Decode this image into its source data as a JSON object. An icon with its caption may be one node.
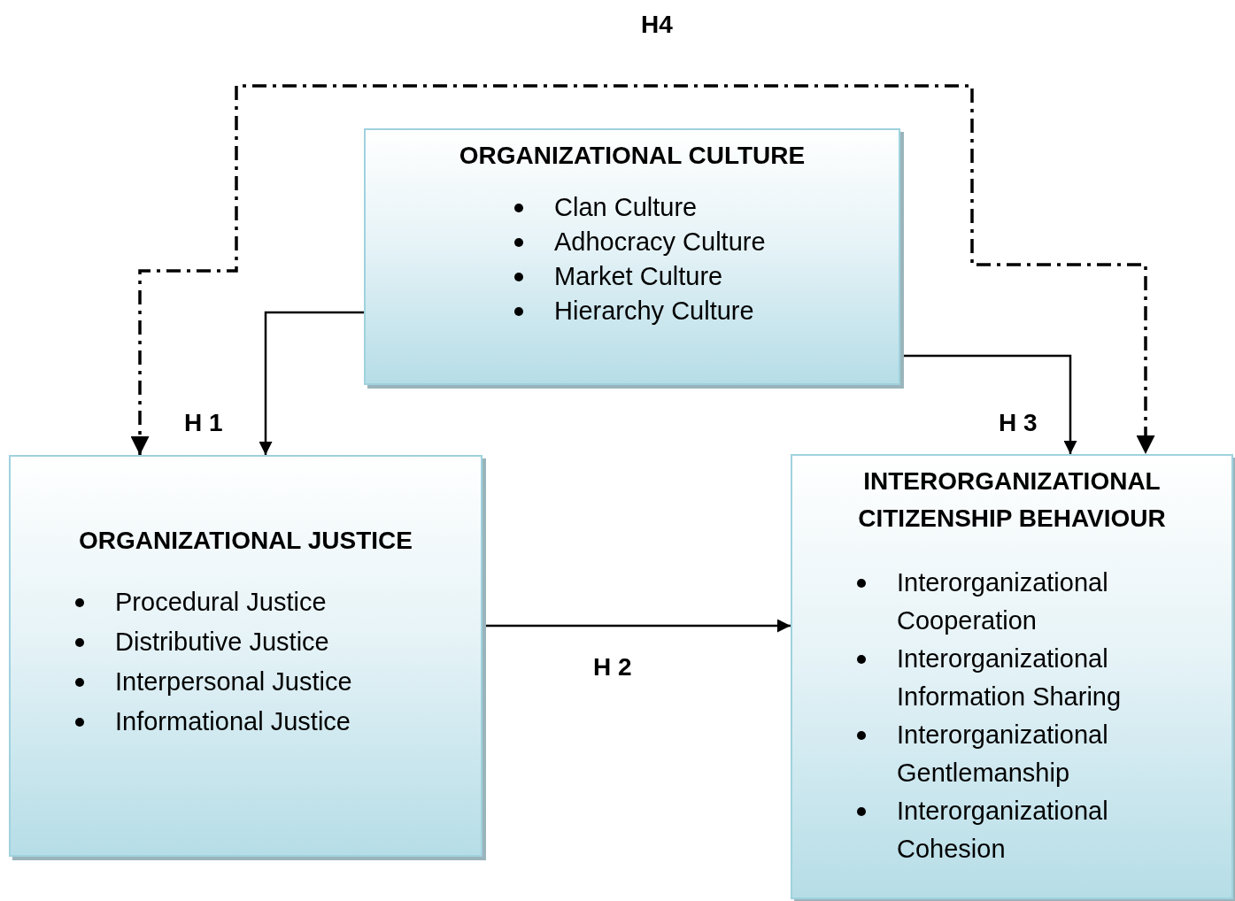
{
  "diagram": {
    "nodes": [
      {
        "text": [
          "ORGANIZATIONAL CULTURE",
          "Clan Culture",
          "Adhocracy Culture",
          "Market Culture",
          "Hierarchy Culture"
        ]
      },
      {
        "text": [
          "ORGANIZATIONAL JUSTICE",
          "Procedural Justice",
          "Distributive Justice",
          "Interpersonal Justice",
          "Informational Justice"
        ]
      },
      {
        "text": [
          "INTERORGANIZATIONAL CITIZENSHIP BEHAVIOUR",
          "Interorganizational Cooperation",
          "Interorganizational Information Sharing",
          "Interorganizational Gentlemanship",
          "Interorganizational Cohesion"
        ]
      }
    ],
    "edges": [
      {
        "from": 0,
        "to": 1,
        "arrow": "to",
        "label": "H 1"
      },
      {
        "from": 1,
        "to": 2,
        "arrow": "to",
        "label": "H 2"
      },
      {
        "from": 0,
        "to": 2,
        "arrow": "to",
        "label": "H 3"
      },
      {
        "from": 1,
        "to": 2,
        "arrow": "both",
        "label": "H4",
        "style": "dashed"
      }
    ]
  }
}
